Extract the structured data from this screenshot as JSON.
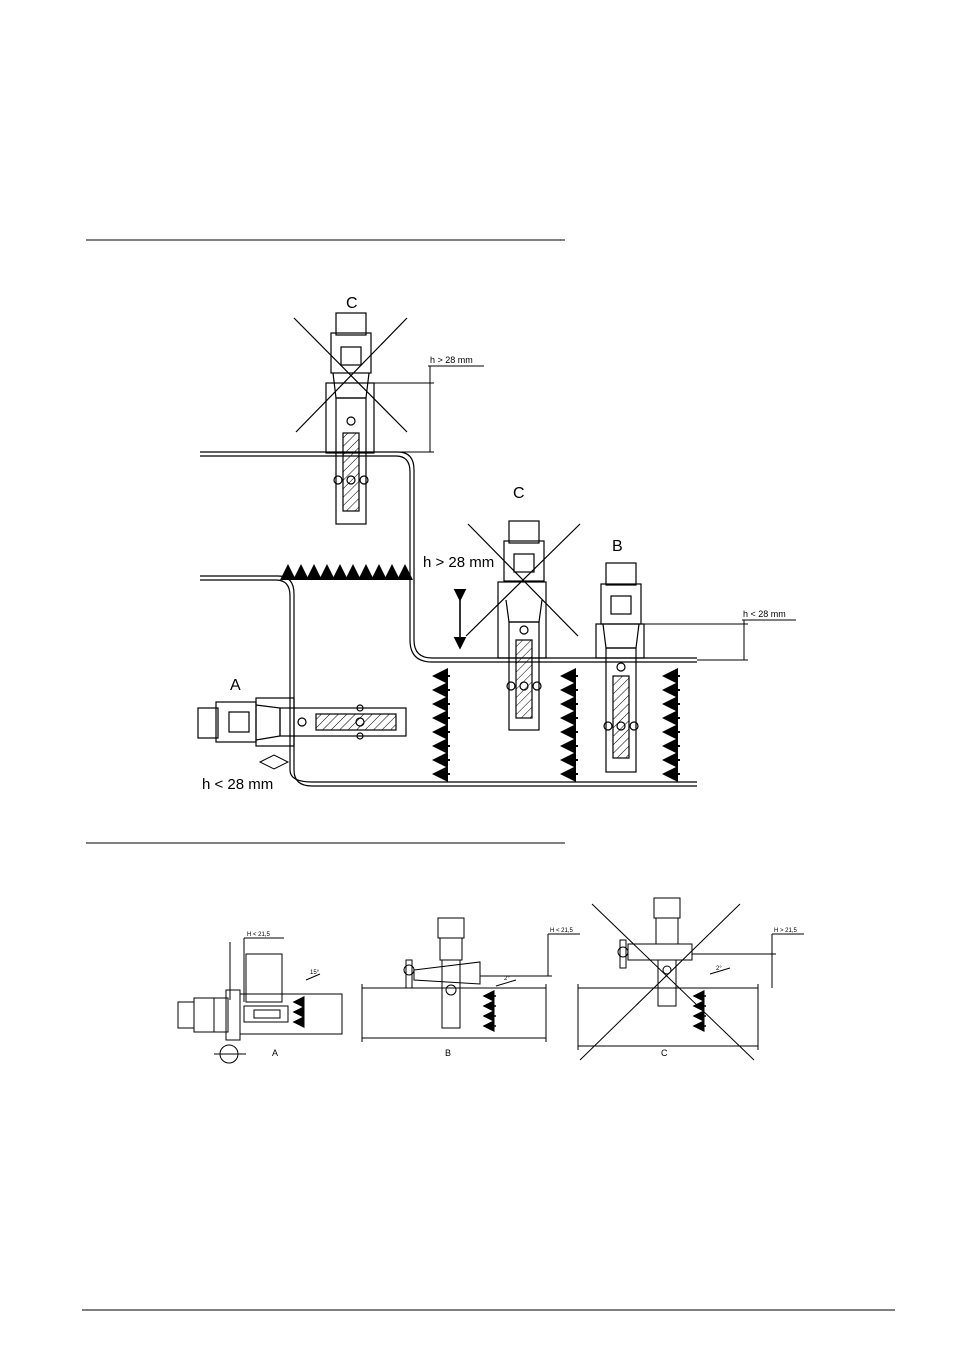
{
  "figure1": {
    "labels": {
      "a": "A",
      "b": "B",
      "c_top": "C",
      "c_right": "C"
    },
    "dims": {
      "top_gt": "h > 28 mm",
      "mid_gt": "h > 28 mm",
      "right_lt": "h < 28 mm",
      "left_lt": "h < 28 mm"
    }
  },
  "figure2": {
    "labels": {
      "a": "A",
      "b": "B",
      "c": "C"
    },
    "dims": {
      "a": "H < 21,5",
      "b": "H < 21,5",
      "c": "H > 21,5"
    },
    "angles": {
      "a": "15°",
      "b": "2°",
      "c": "2°"
    }
  },
  "colors": {
    "ink": "#000000",
    "paper": "#ffffff"
  }
}
